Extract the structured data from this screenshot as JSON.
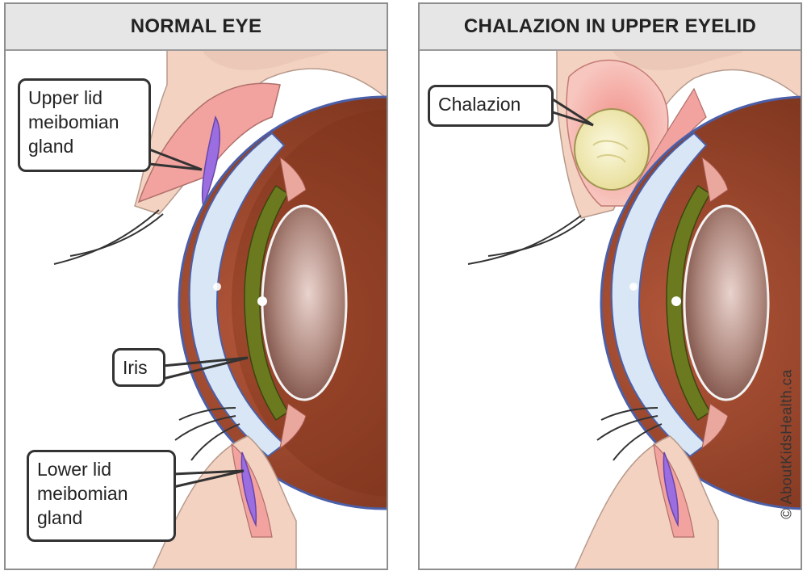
{
  "panels": {
    "normal": {
      "title": "NORMAL EYE",
      "labels": {
        "upper_gland": "Upper lid meibomian gland",
        "iris": "Iris",
        "lower_gland": "Lower lid meibomian gland"
      }
    },
    "chalazion": {
      "title": "CHALAZION IN UPPER EYELID",
      "labels": {
        "chalazion": "Chalazion"
      }
    }
  },
  "credit": "© AboutKidsHealth.ca",
  "colors": {
    "skin": "#f3d2c2",
    "eyelid_pink": "#f2a3a0",
    "cornea": "#d8e6f5",
    "iris": "#6b7a1e",
    "lens": "#a67d70",
    "eyeball_interior": "#8a3b1f",
    "gland": "#9a6ee0",
    "chalazion": "#f3efc4",
    "inflammation": "#f7b7b2"
  }
}
